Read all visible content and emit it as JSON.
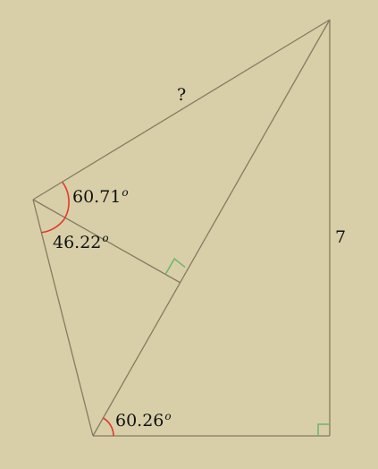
{
  "labels": {
    "unknown_side": "?",
    "known_side": "7",
    "angle_top": {
      "value": "60.71",
      "unit": "o"
    },
    "angle_bottom_left": {
      "value": "46.22",
      "unit": "o"
    },
    "angle_bottom": {
      "value": "60.26",
      "unit": "o"
    }
  },
  "colors": {
    "background": "#d8cfa8",
    "line": "#847b62",
    "angle_arc": "#e03a2e",
    "right_angle_marker": "#6db56a",
    "text": "#111111"
  }
}
